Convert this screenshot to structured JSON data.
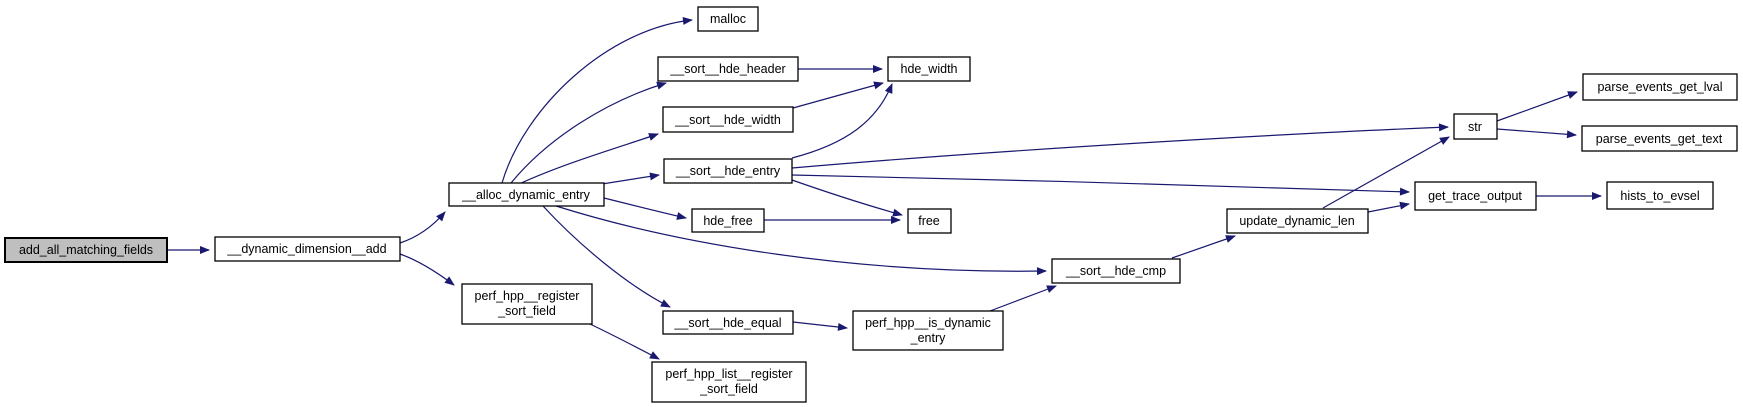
{
  "diagram": {
    "kind": "doxygen-call-graph",
    "colors": {
      "edge": "#191970",
      "node_border": "#000000",
      "node_fill": "#ffffff",
      "root_node_fill": "#bfbfbf",
      "background": "#ffffff"
    },
    "root": "add_all_matching_fields",
    "nodes": {
      "add_all_matching_fields": {
        "lines": [
          "add_all_matching_fields"
        ]
      },
      "dynamic_dimension_add": {
        "lines": [
          "__dynamic_dimension__add"
        ]
      },
      "alloc_dynamic_entry": {
        "lines": [
          "__alloc_dynamic_entry"
        ]
      },
      "malloc": {
        "lines": [
          "malloc"
        ]
      },
      "sort_hde_header": {
        "lines": [
          "__sort__hde_header"
        ]
      },
      "hde_width": {
        "lines": [
          "hde_width"
        ]
      },
      "sort_hde_width": {
        "lines": [
          "__sort__hde_width"
        ]
      },
      "sort_hde_entry": {
        "lines": [
          "__sort__hde_entry"
        ]
      },
      "hde_free": {
        "lines": [
          "hde_free"
        ]
      },
      "free": {
        "lines": [
          "free"
        ]
      },
      "sort_hde_equal": {
        "lines": [
          "__sort__hde_equal"
        ]
      },
      "perf_hpp_is_dynamic_entry": {
        "lines": [
          "perf_hpp__is_dynamic",
          "_entry"
        ]
      },
      "perf_hpp_register_sort_field": {
        "lines": [
          "perf_hpp__register",
          "_sort_field"
        ]
      },
      "perf_hpp_list_register_sort_field": {
        "lines": [
          "perf_hpp_list__register",
          "_sort_field"
        ]
      },
      "sort_hde_cmp": {
        "lines": [
          "__sort__hde_cmp"
        ]
      },
      "update_dynamic_len": {
        "lines": [
          "update_dynamic_len"
        ]
      },
      "str": {
        "lines": [
          "str"
        ]
      },
      "parse_events_get_lval": {
        "lines": [
          "parse_events_get_lval"
        ]
      },
      "parse_events_get_text": {
        "lines": [
          "parse_events_get_text"
        ]
      },
      "get_trace_output": {
        "lines": [
          "get_trace_output"
        ]
      },
      "hists_to_evsel": {
        "lines": [
          "hists_to_evsel"
        ]
      }
    },
    "edges": [
      {
        "from": "add_all_matching_fields",
        "to": "__dynamic_dimension__add"
      },
      {
        "from": "__dynamic_dimension__add",
        "to": "__alloc_dynamic_entry"
      },
      {
        "from": "__dynamic_dimension__add",
        "to": "perf_hpp__register_sort_field"
      },
      {
        "from": "__alloc_dynamic_entry",
        "to": "malloc"
      },
      {
        "from": "__alloc_dynamic_entry",
        "to": "__sort__hde_header"
      },
      {
        "from": "__alloc_dynamic_entry",
        "to": "__sort__hde_width"
      },
      {
        "from": "__alloc_dynamic_entry",
        "to": "__sort__hde_entry"
      },
      {
        "from": "__alloc_dynamic_entry",
        "to": "hde_free"
      },
      {
        "from": "__alloc_dynamic_entry",
        "to": "__sort__hde_cmp"
      },
      {
        "from": "__alloc_dynamic_entry",
        "to": "__sort__hde_equal"
      },
      {
        "from": "__sort__hde_header",
        "to": "hde_width"
      },
      {
        "from": "__sort__hde_width",
        "to": "hde_width"
      },
      {
        "from": "__sort__hde_entry",
        "to": "hde_width"
      },
      {
        "from": "__sort__hde_entry",
        "to": "free"
      },
      {
        "from": "__sort__hde_entry",
        "to": "str"
      },
      {
        "from": "__sort__hde_entry",
        "to": "get_trace_output"
      },
      {
        "from": "hde_free",
        "to": "free"
      },
      {
        "from": "__sort__hde_equal",
        "to": "perf_hpp__is_dynamic_entry"
      },
      {
        "from": "perf_hpp__is_dynamic_entry",
        "to": "__sort__hde_cmp"
      },
      {
        "from": "__sort__hde_cmp",
        "to": "update_dynamic_len"
      },
      {
        "from": "update_dynamic_len",
        "to": "str"
      },
      {
        "from": "update_dynamic_len",
        "to": "get_trace_output"
      },
      {
        "from": "str",
        "to": "parse_events_get_lval"
      },
      {
        "from": "str",
        "to": "parse_events_get_text"
      },
      {
        "from": "get_trace_output",
        "to": "hists_to_evsel"
      },
      {
        "from": "perf_hpp__register_sort_field",
        "to": "perf_hpp_list__register_sort_field"
      }
    ]
  }
}
